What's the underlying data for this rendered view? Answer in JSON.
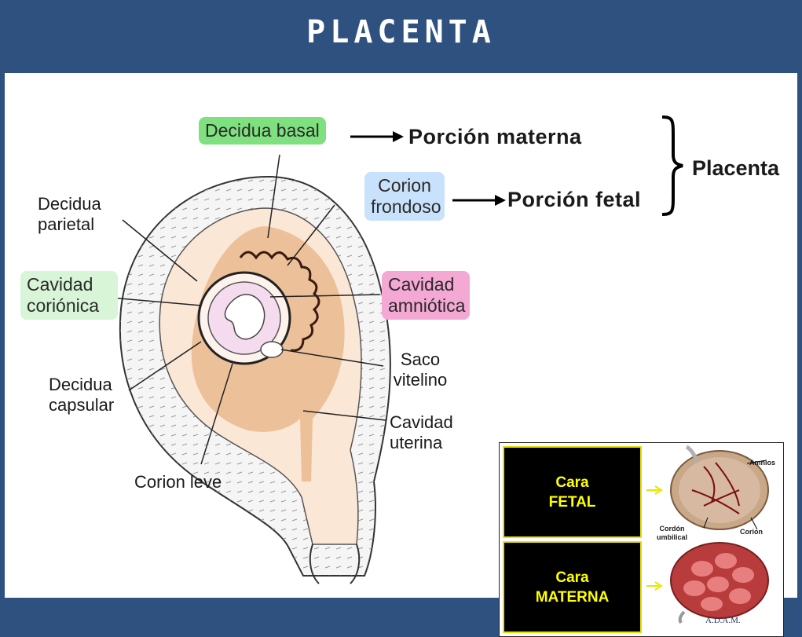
{
  "header": {
    "title": "PLACENTA"
  },
  "diagram": {
    "labels": {
      "decidua_basal": "Decidua basal",
      "corion_frondoso": "Corion frondoso",
      "decidua_parietal": "Decidua parietal",
      "cavidad_corionica": "Cavidad coriónica",
      "cavidad_amniotica": "Cavidad amniótica",
      "saco_vitelino": "Saco vitelino",
      "decidua_capsular": "Decidua capsular",
      "cavidad_uterina": "Cavidad uterina",
      "corion_leve": "Corion leve"
    },
    "porcion_materna": "Porción materna",
    "porcion_fetal": "Porción fetal",
    "placenta": "Placenta"
  },
  "inset": {
    "fetal_line1": "Cara",
    "fetal_line2": "FETAL",
    "materna_line1": "Cara",
    "materna_line2": "MATERNA",
    "amnios": "Amnios",
    "cordon_line1": "Cordón",
    "cordon_line2": "umbilical",
    "corion": "Corion",
    "brand": "A.D.A.M."
  },
  "colors": {
    "header_bg": "#2e5180",
    "highlight_green": "#7ee07e",
    "highlight_blue": "#c9e2fb",
    "highlight_pink": "#f4a8d4",
    "highlight_lightgreen": "#d8f5d8",
    "decidua_tan": "#e9b98e",
    "inset_text": "#ffff00"
  }
}
